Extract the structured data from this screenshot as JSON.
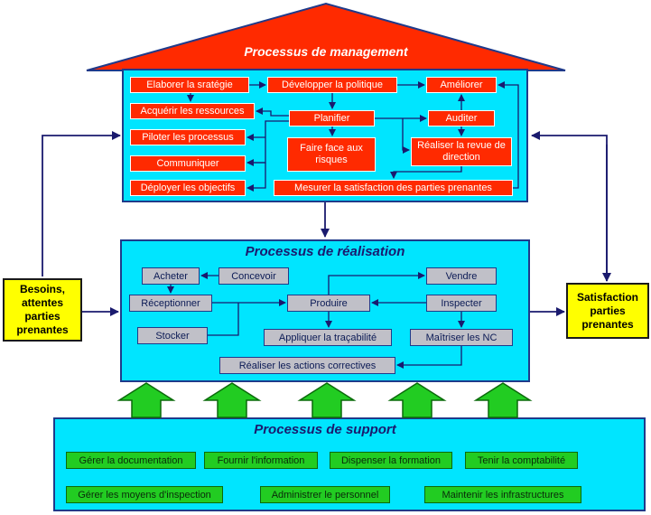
{
  "colors": {
    "management_red": "#ff2a00",
    "panel_cyan": "#00e5ff",
    "panel_border": "#1f3a8a",
    "support_green": "#22cc22",
    "needs_yellow": "#ffff00",
    "arrow_blue": "#1a1a6e"
  },
  "management": {
    "title": "Processus de management",
    "items": {
      "strategie": "Elaborer la sratégie",
      "politique": "Développer la politique",
      "ameliorer": "Améliorer",
      "ressources": "Acquérir les ressources",
      "planifier": "Planifier",
      "auditer": "Auditer",
      "piloter": "Piloter les processus",
      "risques": "Faire face aux risques",
      "revue": "Réaliser la revue de direction",
      "communiquer": "Communiquer",
      "deployer": "Déployer les objectifs",
      "mesurer": "Mesurer la satisfaction des parties prenantes"
    }
  },
  "realisation": {
    "title": "Processus de réalisation",
    "items": {
      "acheter": "Acheter",
      "concevoir": "Concevoir",
      "vendre": "Vendre",
      "receptionner": "Réceptionner",
      "produire": "Produire",
      "inspecter": "Inspecter",
      "stocker": "Stocker",
      "tracabilite": "Appliquer la traçabilité",
      "maitriser": "Maîtriser les NC",
      "correctives": "Réaliser les actions correctives"
    }
  },
  "support": {
    "title": "Processus de support",
    "items": {
      "documentation": "Gérer la documentation",
      "information": "Fournir l'information",
      "formation": "Dispenser la formation",
      "comptabilite": "Tenir la comptabilité",
      "inspection": "Gérer les moyens d'inspection",
      "personnel": "Administrer le personnel",
      "infrastructures": "Maintenir les infrastructures"
    }
  },
  "besoins": "Besoins, attentes parties prenantes",
  "satisfaction": "Satisfaction parties prenantes"
}
